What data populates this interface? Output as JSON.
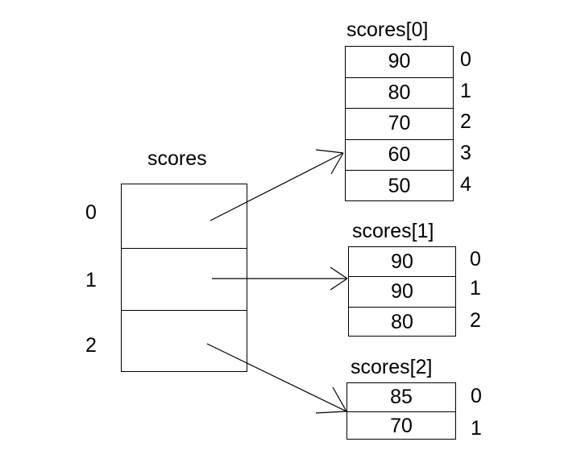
{
  "diagram": {
    "title_outer": "scores",
    "outer_array": {
      "name": "scores",
      "indices": [
        "0",
        "1",
        "2"
      ],
      "cells": [
        "",
        "",
        ""
      ]
    },
    "inner_arrays": [
      {
        "name": "scores[0]",
        "values": [
          "90",
          "80",
          "70",
          "60",
          "50"
        ],
        "indices": [
          "0",
          "1",
          "2",
          "3",
          "4"
        ]
      },
      {
        "name": "scores[1]",
        "values": [
          "90",
          "90",
          "80"
        ],
        "indices": [
          "0",
          "1",
          "2"
        ]
      },
      {
        "name": "scores[2]",
        "values": [
          "85",
          "70"
        ],
        "indices": [
          "0",
          "1"
        ]
      }
    ],
    "colors": {
      "stroke": "#000000",
      "background": "#ffffff",
      "text": "#000000"
    }
  }
}
